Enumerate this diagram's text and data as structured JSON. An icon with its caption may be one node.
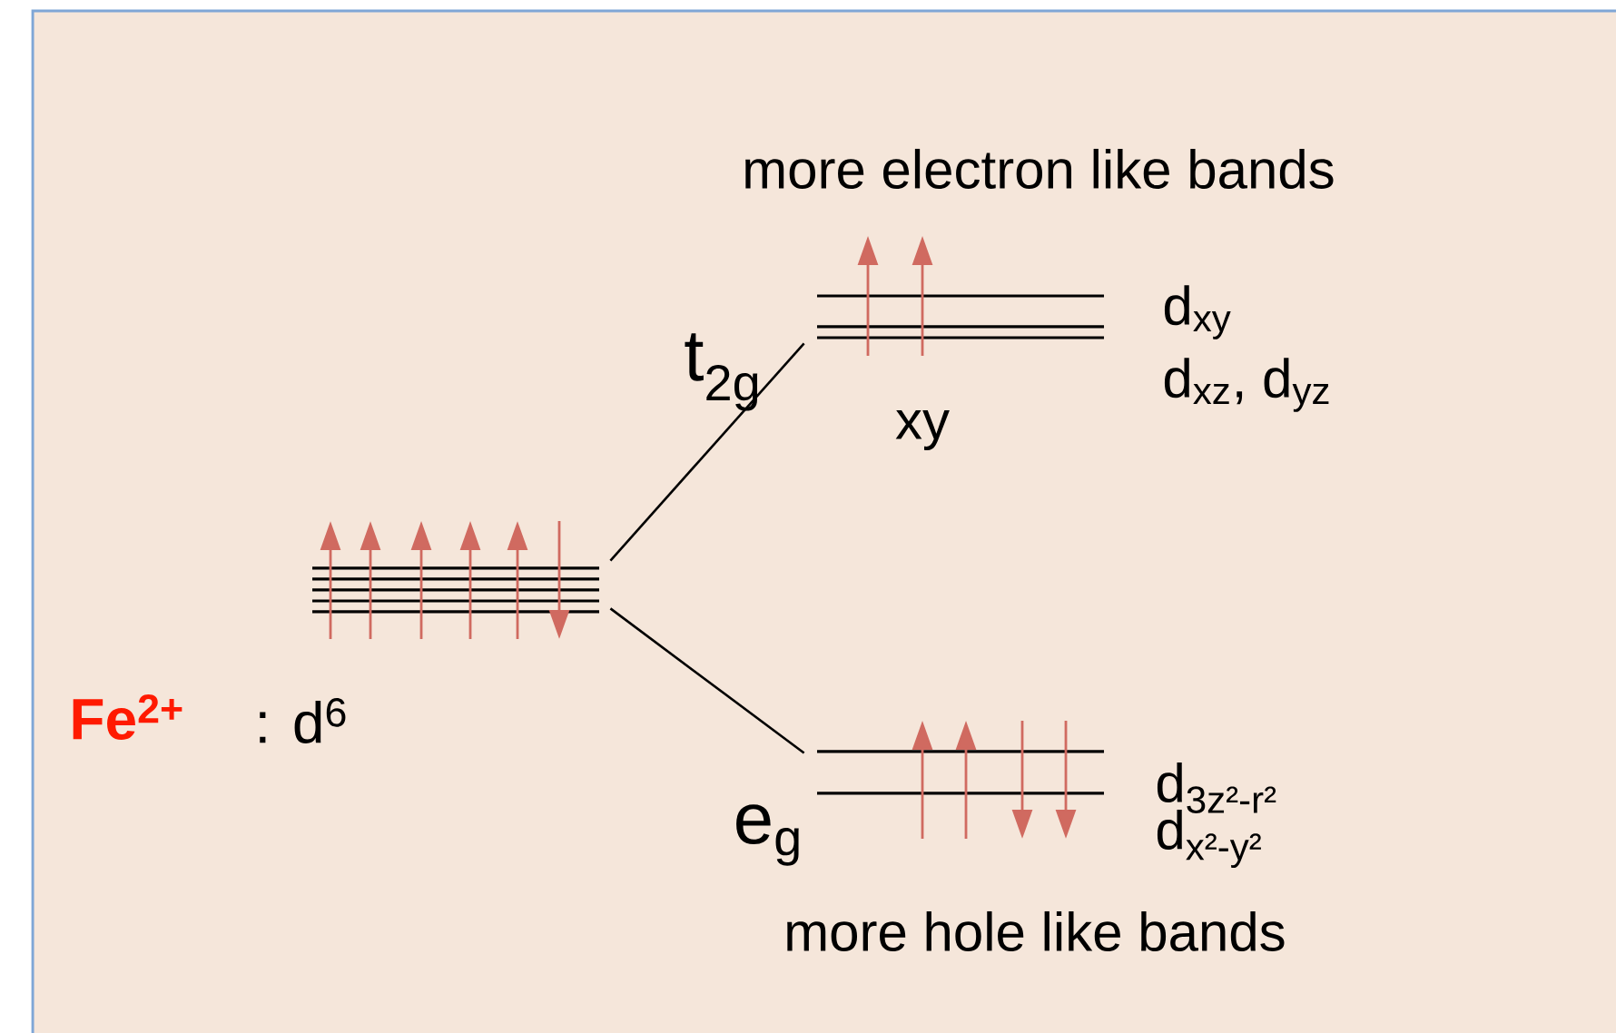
{
  "diagram": {
    "nodes": [
      {
        "text": [],
        "shape": "bar"
      },
      {
        "text": [],
        "shape": "bar"
      },
      {
        "text": [],
        "shape": "bar"
      }
    ],
    "edges": [
      {
        "from": 0,
        "to": 1,
        "arrow": "none"
      },
      {
        "from": 0,
        "to": 2,
        "arrow": "none"
      }
    ],
    "labels": [
      "more electron like bands",
      "t$_{2g}$",
      "xy",
      "d$_{xy}$",
      "d$_{xz}$, d$_{yz}$",
      "Fe$^{2+}$",
      ": d$^{6}$",
      "e$_{g}$",
      "d$_{3z²-r²}$",
      "d$_{x²-y²}$",
      "more hole like bands"
    ]
  }
}
